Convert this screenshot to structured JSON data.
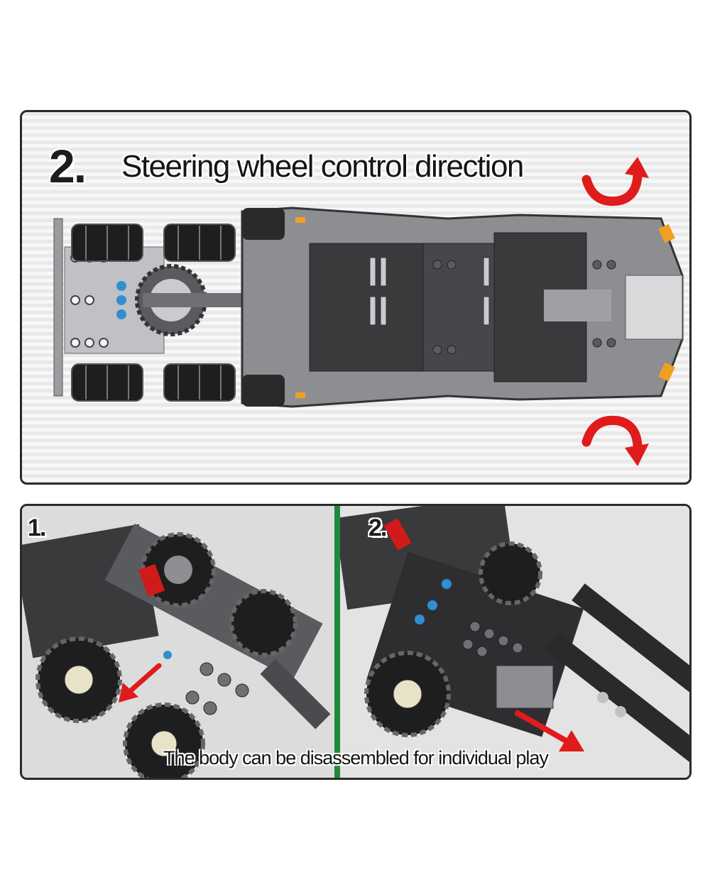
{
  "top_panel": {
    "step_number": "2.",
    "title": "Steering wheel control direction"
  },
  "bottom_panel": {
    "sub_panels": [
      {
        "step_number": "1."
      },
      {
        "step_number": "2."
      }
    ],
    "caption": "The body can be disassembled for individual play"
  },
  "colors": {
    "arrow": "#e01b1b",
    "divider": "#1f8a3b",
    "brick_dark": "#3a3a3c",
    "brick_gray": "#8c8e92",
    "spring": "#d11a1a",
    "pin_blue": "#2f8fd0",
    "light_amber": "#f0a020"
  },
  "icons": [
    "rotate-counterclockwise-arrow-icon",
    "rotate-clockwise-arrow-icon",
    "removal-arrow-icon"
  ]
}
